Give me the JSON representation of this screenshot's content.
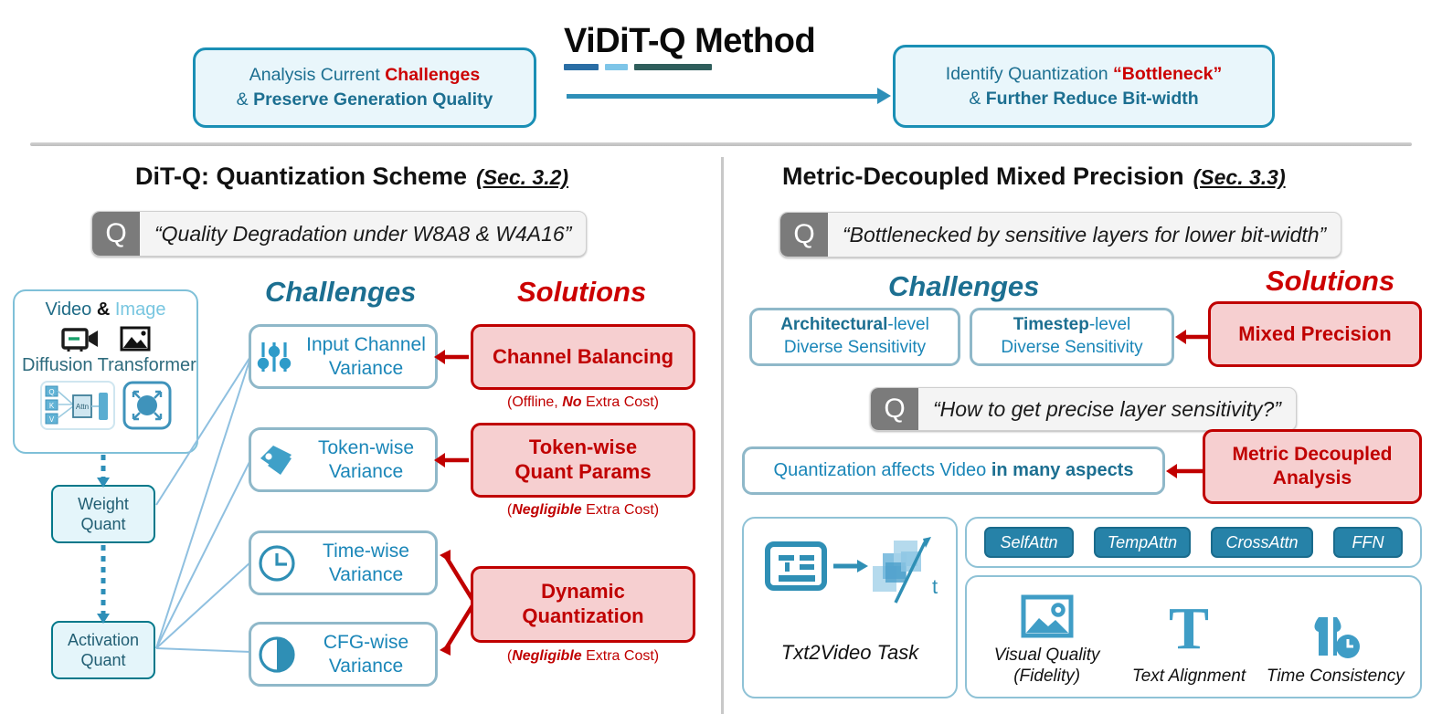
{
  "header": {
    "title": "ViDiT-Q Method",
    "dashes": [
      "#2a6ea5",
      "#7ec5e8",
      "#2f5e5c"
    ],
    "left_box": {
      "line1_plain": "Analysis Current ",
      "line1_accent": "Challenges",
      "line2_amp": "& ",
      "line2_accent": "Preserve Generation Quality"
    },
    "right_box": {
      "line1_plain": "Identify Quantization ",
      "line1_accent": "“Bottleneck”",
      "line2_amp": "& ",
      "line2_accent": "Further Reduce Bit-width"
    }
  },
  "left_panel": {
    "section_title": "DiT-Q: Quantization Scheme",
    "section_ref": "(Sec. 3.2)",
    "question": {
      "badge": "Q",
      "text": "“Quality Degradation under W8A8 & W4A16”"
    },
    "col_challenges": "Challenges",
    "col_solutions": "Solutions",
    "dit_box": {
      "line1_video": "Video ",
      "line1_amp": "& ",
      "line1_image": "Image",
      "line2": "Diffusion Transformer",
      "attn_labels": [
        "Q",
        "K",
        "V",
        "Attn"
      ]
    },
    "quant_nodes": [
      {
        "l1": "Weight",
        "l2": "Quant"
      },
      {
        "l1": "Activation",
        "l2": "Quant"
      }
    ],
    "challenges": [
      {
        "icon": "sliders-icon",
        "l1": "Input Channel",
        "l2": "Variance"
      },
      {
        "icon": "tag-icon",
        "l1": "Token-wise",
        "l2": "Variance"
      },
      {
        "icon": "clock-icon",
        "l1": "Time-wise",
        "l2": "Variance"
      },
      {
        "icon": "contrast-icon",
        "l1": "CFG-wise",
        "l2": "Variance"
      }
    ],
    "solutions": [
      {
        "l1": "Channel Balancing",
        "l2": "",
        "note_pre": "(Offline, ",
        "note_em": "No",
        "note_post": " Extra Cost)"
      },
      {
        "l1": "Token-wise",
        "l2": "Quant Params",
        "note_pre": "(",
        "note_em": "Negligible",
        "note_post": " Extra Cost)"
      },
      {
        "l1": "Dynamic",
        "l2": "Quantization",
        "note_pre": "(",
        "note_em": "Negligible",
        "note_post": " Extra Cost)"
      }
    ]
  },
  "right_panel": {
    "section_title": "Metric-Decoupled Mixed Precision",
    "section_ref": "(Sec. 3.3)",
    "question1": {
      "badge": "Q",
      "text": "“Bottlenecked by sensitive layers for lower bit-width”"
    },
    "question2": {
      "badge": "Q",
      "text": "“How to get precise layer sensitivity?”"
    },
    "col_challenges": "Challenges",
    "col_solutions": "Solutions",
    "sensitivity_boxes": [
      {
        "bold": "Architectural",
        "rest": "-level",
        "l2": "Diverse Sensitivity"
      },
      {
        "bold": "Timestep",
        "rest": "-level",
        "l2": "Diverse Sensitivity"
      }
    ],
    "mixed_precision": "Mixed Precision",
    "affects_box": {
      "plain": "Quantization affects Video ",
      "bold": "in many aspects"
    },
    "metric_decoupled": {
      "l1": "Metric Decoupled",
      "l2": "Analysis"
    },
    "task_card": {
      "caption": "Txt2Video Task",
      "axis_label": "t"
    },
    "layer_chips": [
      "SelfAttn",
      "TempAttn",
      "CrossAttn",
      "FFN"
    ],
    "metrics": [
      {
        "icon": "image-icon",
        "label": "Visual Quality\n(Fidelity)"
      },
      {
        "icon": "text-T-icon",
        "label": "Text Alignment"
      },
      {
        "icon": "time-consistency-icon",
        "label": "Time Consistency"
      }
    ]
  },
  "colors": {
    "teal": "#1c6f91",
    "blue": "#1a86b8",
    "red": "#c00000",
    "chip_blue": "#2682a8",
    "box_border_blue": "#8fb8c9",
    "accent_line": "#2e8fb8"
  }
}
